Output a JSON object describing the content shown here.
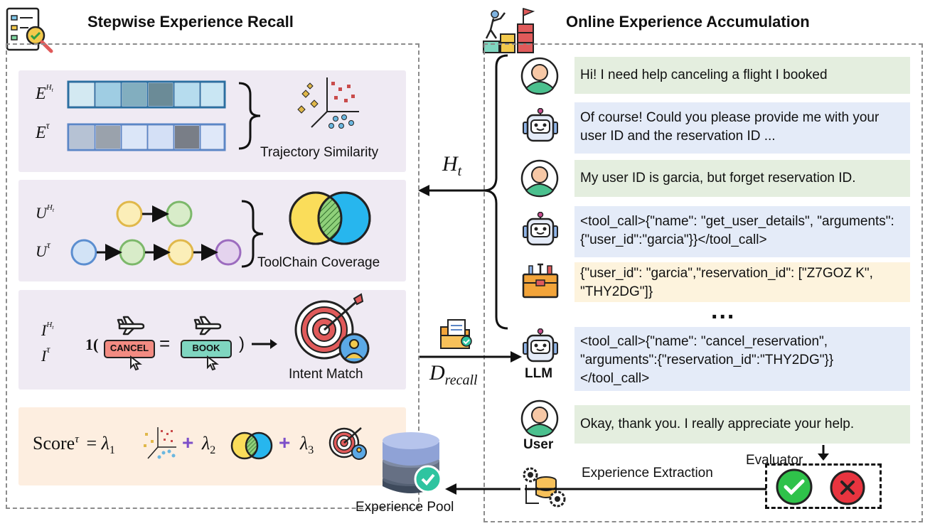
{
  "left": {
    "title": "Stepwise Experience Recall",
    "sim_label": "Trajectory Similarity",
    "cov_label": "ToolChain Coverage",
    "intent_label": "Intent Match",
    "cancel_btn": "CANCEL",
    "book_btn": "BOOK",
    "indicator": "1(",
    "equals": "=",
    "close_paren": ")",
    "score_text": "Score",
    "score_sup": "τ",
    "eq": "=",
    "lambda1": "λ",
    "lambda1_sub": "1",
    "lambda2": "λ",
    "lambda2_sub": "2",
    "lambda3": "λ",
    "lambda3_sub": "3",
    "plus": "+",
    "E": "E",
    "U": "U",
    "I": "I",
    "sup_h": "H",
    "sup_h_sub": "t",
    "sup_tau": "τ"
  },
  "right": {
    "title": "Online Experience Accumulation",
    "ht": "H",
    "ht_sub": "t",
    "d_recall": "D",
    "d_recall_sub": "recall",
    "llm_label": "LLM",
    "user_label": "User",
    "ellipsis": "...",
    "evaluator": "Evaluator",
    "extraction": "Experience Extraction",
    "pool": "Experience Pool"
  },
  "messages": [
    {
      "role": "user",
      "text": "Hi! I need help canceling a flight I booked"
    },
    {
      "role": "bot",
      "text": "Of course! Could you please provide me with your user ID and the reservation ID ..."
    },
    {
      "role": "user",
      "text": "My user ID is garcia, but forget reservation ID."
    },
    {
      "role": "bot",
      "text": "<tool_call>{\"name\": \"get_user_details\", \"arguments\":{\"user_id\":\"garcia\"}}</tool_call>"
    },
    {
      "role": "tool",
      "text": "{\"user_id\": \"garcia\",\"reservation_id\": [\"Z7GOZ K\", \"THY2DG\"]}"
    },
    {
      "role": "bot",
      "text": "<tool_call>{\"name\": \"cancel_reservation\", \"arguments\":{\"reservation_id\":\"THY2DG\"}} </tool_call>"
    },
    {
      "role": "user",
      "text": "Okay, thank you. I really appreciate your help."
    }
  ],
  "colors": {
    "user_bubble": "#e4eedf",
    "bot_bubble": "#e4ebf8",
    "tool_bubble": "#fdf3dd",
    "panel_purple": "#efeaf3",
    "panel_peach": "#fdeee0",
    "cancel": "#f28b82",
    "book": "#7fd6c0",
    "accent_plus": "#7d4fc9"
  }
}
